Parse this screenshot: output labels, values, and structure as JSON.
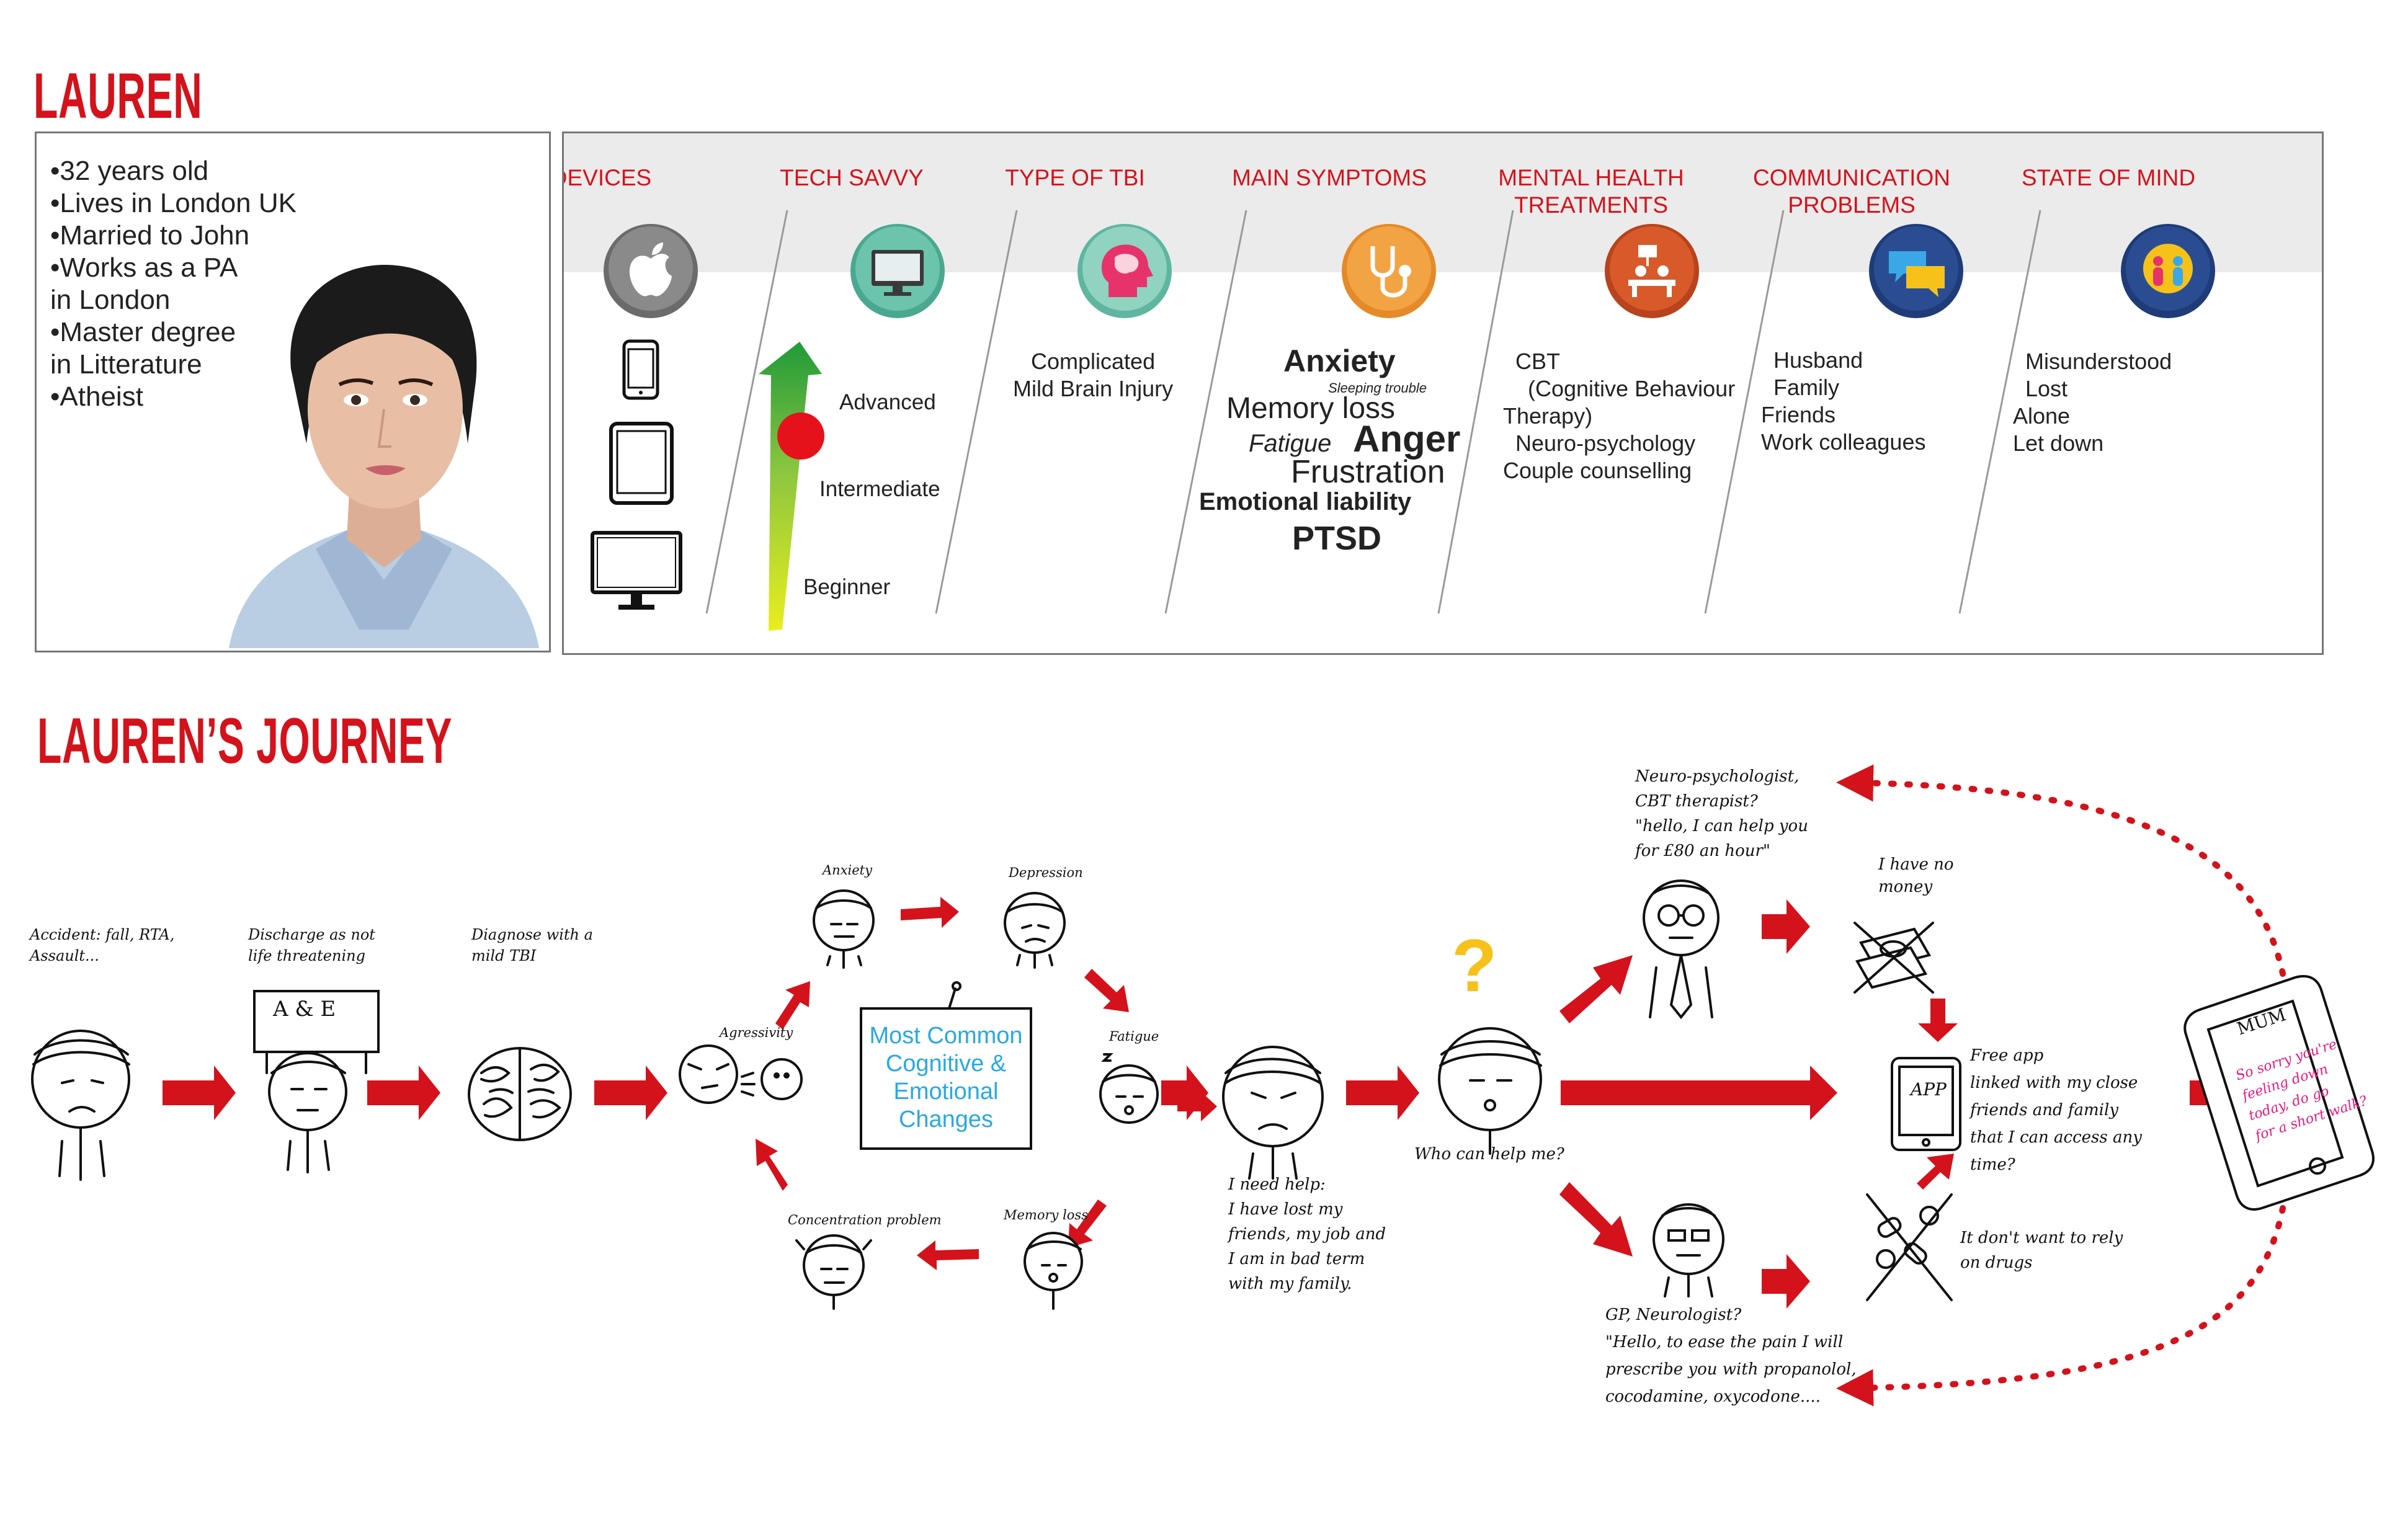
{
  "persona": {
    "name": "LAUREN",
    "bio": [
      "•32 years old",
      "•Lives in London UK",
      "•Married to John",
      "•Works as a PA",
      "in London",
      "•Master degree",
      "in Litterature",
      "•Atheist"
    ]
  },
  "attributes": {
    "columns": [
      {
        "heading": "DEVICES",
        "icon": "apple-icon"
      },
      {
        "heading": "TECH SAVVY",
        "icon": "monitor-icon"
      },
      {
        "heading": "TYPE OF TBI",
        "icon": "brain-head-icon"
      },
      {
        "heading": "MAIN SYMPTOMS",
        "icon": "stethoscope-icon"
      },
      {
        "heading": "MENTAL HEALTH",
        "heading2": "TREATMENTS",
        "icon": "therapy-session-icon"
      },
      {
        "heading": "COMMUNICATION",
        "heading2": "PROBLEMS",
        "icon": "chat-bubbles-icon"
      },
      {
        "heading": "STATE OF MIND",
        "icon": "people-icon"
      }
    ],
    "devices": [
      "smartphone-icon",
      "tablet-icon",
      "desktop-monitor-icon"
    ],
    "tech_savvy": {
      "levels": [
        "Advanced",
        "Intermediate",
        "Beginner"
      ],
      "level_value": 0.7
    },
    "tbi_type": "Complicated\nMild Brain Injury",
    "symptoms": [
      {
        "text": "Anxiety"
      },
      {
        "text": "Sleeping trouble"
      },
      {
        "text": "Memory loss"
      },
      {
        "text": "Fatigue"
      },
      {
        "text": "Anger"
      },
      {
        "text": "Frustration"
      },
      {
        "text": "Emotional liability"
      },
      {
        "text": "PTSD"
      }
    ],
    "treatments": "  CBT\n    (Cognitive Behaviour\nTherapy)\n  Neuro-psychology\nCouple counselling",
    "communication": "  Husband\n  Family\nFriends\nWork colleagues",
    "state_of_mind": "  Misunderstood\n  Lost\nAlone\nLet down"
  },
  "journey": {
    "title": "LAUREN’S JOURNEY",
    "accident": "Accident: fall, RTA,\nAssault...",
    "discharge": "Discharge as not\nlife threatening",
    "ae_sign": "A & E",
    "diagnose": "Diagnose with a\nmild TBI",
    "cycle_center": [
      "Most Common",
      "Cognitive &",
      "Emotional",
      "Changes"
    ],
    "cycle_labels": {
      "anxiety": "Anxiety",
      "depression": "Depression",
      "fatigue": "Fatigue",
      "memory_loss": "Memory loss",
      "concentration": "Concentration problem",
      "agressivity": "Agressivity"
    },
    "help_text": "I need help:\nI have lost my\nfriends, my job and\nI am in bad term\nwith my family.",
    "question_mark": "?",
    "who_can_help": "Who can help me?",
    "neuro_quote": "Neuro-psychologist,\nCBT therapist?\n\"hello, I can help you\nfor £80 an hour\"",
    "no_money": "I have no\nmoney",
    "app_label": "APP",
    "free_app": "Free app\nlinked with my close\nfriends and family\nthat I can access any\ntime?",
    "no_drugs": "It don't want to rely\non drugs",
    "gp_quote": "GP, Neurologist?\n\"Hello, to ease the pain I will\nprescribe you with propanolol,\ncocodamine, oxycodone....",
    "phone_header": "MUM",
    "phone_message": "So sorry you're\nfeeling down\ntoday, do go\nfor a short walk?"
  },
  "colors": {
    "brand_red": "#d4121b",
    "cycle_blue": "#29a9e0",
    "message_pink": "#e8197d"
  }
}
